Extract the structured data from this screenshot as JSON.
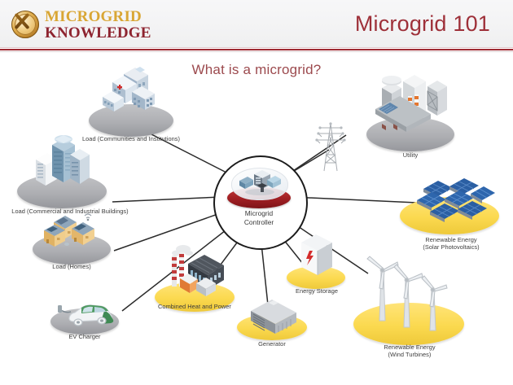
{
  "header": {
    "logo_line1": "MICROGRID",
    "logo_line2": "KNOWLEDGE",
    "logo_icon": "microgrid-knowledge-emblem",
    "title": "Microgrid 101",
    "colors": {
      "logo_gold": "#d9a634",
      "logo_maroon": "#8e2430",
      "title_red": "#9e3039",
      "rule_red": "#9e2a32",
      "header_bg": "#f3f3f4"
    }
  },
  "slide": {
    "title": "What is a microgrid?",
    "title_color": "#9c4a4e",
    "background": "#ffffff"
  },
  "hub": {
    "label_line1": "Microgrid",
    "label_line2": "Controller",
    "icon": "microgrid-controller-dome-icon",
    "base_color": "#a32024",
    "outline_color": "#1b1b1b"
  },
  "nodes": [
    {
      "id": "load-communities",
      "label": "Load (Communities and Institutions)",
      "sub": "",
      "icon": "hospital-buildings-icon",
      "platform": "grey"
    },
    {
      "id": "load-commercial",
      "label": "Load (Commercial and Industrial Buildings)",
      "sub": "",
      "icon": "office-towers-icon",
      "platform": "grey"
    },
    {
      "id": "load-homes",
      "label": "Load (Homes)",
      "sub": "",
      "icon": "houses-with-solar-icon",
      "platform": "grey"
    },
    {
      "id": "ev-charger",
      "label": "EV Charger",
      "sub": "",
      "icon": "electric-car-icon",
      "platform": "grey"
    },
    {
      "id": "combined-heat-power",
      "label": "Combined Heat and Power",
      "sub": "",
      "icon": "chp-plant-icon",
      "platform": "yellow"
    },
    {
      "id": "generator",
      "label": "Generator",
      "sub": "",
      "icon": "generator-icon",
      "platform": "yellow"
    },
    {
      "id": "energy-storage",
      "label": "Energy Storage",
      "sub": "",
      "icon": "battery-storage-icon",
      "platform": "yellow"
    },
    {
      "id": "renewable-wind",
      "label": "Renewable Energy",
      "sub": "(Wind Turbines)",
      "icon": "wind-turbines-icon",
      "platform": "yellow"
    },
    {
      "id": "renewable-solar",
      "label": "Renewable Energy",
      "sub": "(Solar Photovoltaics)",
      "icon": "solar-panel-array-icon",
      "platform": "yellow"
    },
    {
      "id": "utility",
      "label": "Utility",
      "sub": "",
      "icon": "power-plant-icon",
      "platform": "grey"
    }
  ],
  "transmission_tower": {
    "icon": "transmission-tower-icon"
  }
}
